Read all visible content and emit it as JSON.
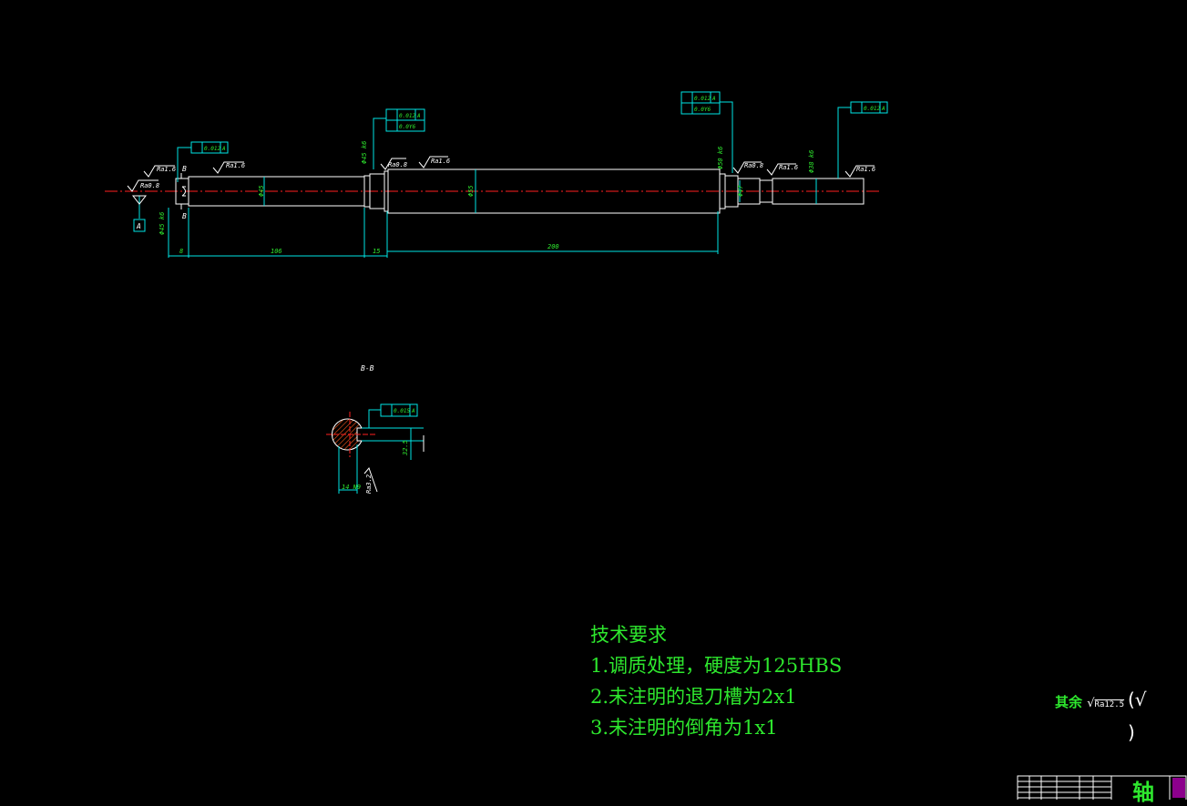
{
  "drawing": {
    "section_label": "B-B",
    "datum_label": "A",
    "section_cut_letter": "B",
    "roughness": [
      "Ra1.6",
      "Ra0.8",
      "Ra1.6",
      "Ra1.6",
      "Ra0.8",
      "Ra1.6",
      "Ra1.6",
      "Ra3.2"
    ],
    "fcf": {
      "left": {
        "sym": "↗",
        "tol": "0.012",
        "datum": "A"
      },
      "mid": [
        {
          "sym": "↗",
          "tol": "0.012",
          "datum": "A"
        },
        {
          "sym": "⌭",
          "tol": "0.0Y6",
          "datum": ""
        }
      ],
      "right_mid": [
        {
          "sym": "↗",
          "tol": "0.012",
          "datum": "A"
        },
        {
          "sym": "⌭",
          "tol": "0.0Y6",
          "datum": ""
        }
      ],
      "right": {
        "sym": "↗",
        "tol": "0.012",
        "datum": "A"
      },
      "section": {
        "sym": "≡",
        "tol": "0.015",
        "datum": "A"
      }
    },
    "dimensions": {
      "d1": "8",
      "d2": "106",
      "d3": "15",
      "d4": "200"
    },
    "diameters": {
      "a": "Φ45",
      "b": "Φ55",
      "c": "Φ47",
      "d": "Φ45 k6",
      "e": "Φ50 k6",
      "f": "Φ38 k6"
    },
    "section_dims": {
      "width": "14 N9",
      "depth": "32.5"
    }
  },
  "tech": {
    "title": "技术要求",
    "items": [
      "1.调质处理，硬度为125HBS",
      "2.未注明的退刀槽为2x1",
      "3.未注明的倒角为1x1"
    ]
  },
  "other_roughness": {
    "label": "其余",
    "value": "Ra12.5",
    "symbol": "(√",
    "close": ")"
  },
  "title_block": {
    "name": "轴"
  },
  "colors": {
    "object": "#ffffff",
    "center": "#ff2020",
    "dim": "#00e5e5",
    "text": "#2ee82e",
    "magenta": "#ff00ff"
  }
}
